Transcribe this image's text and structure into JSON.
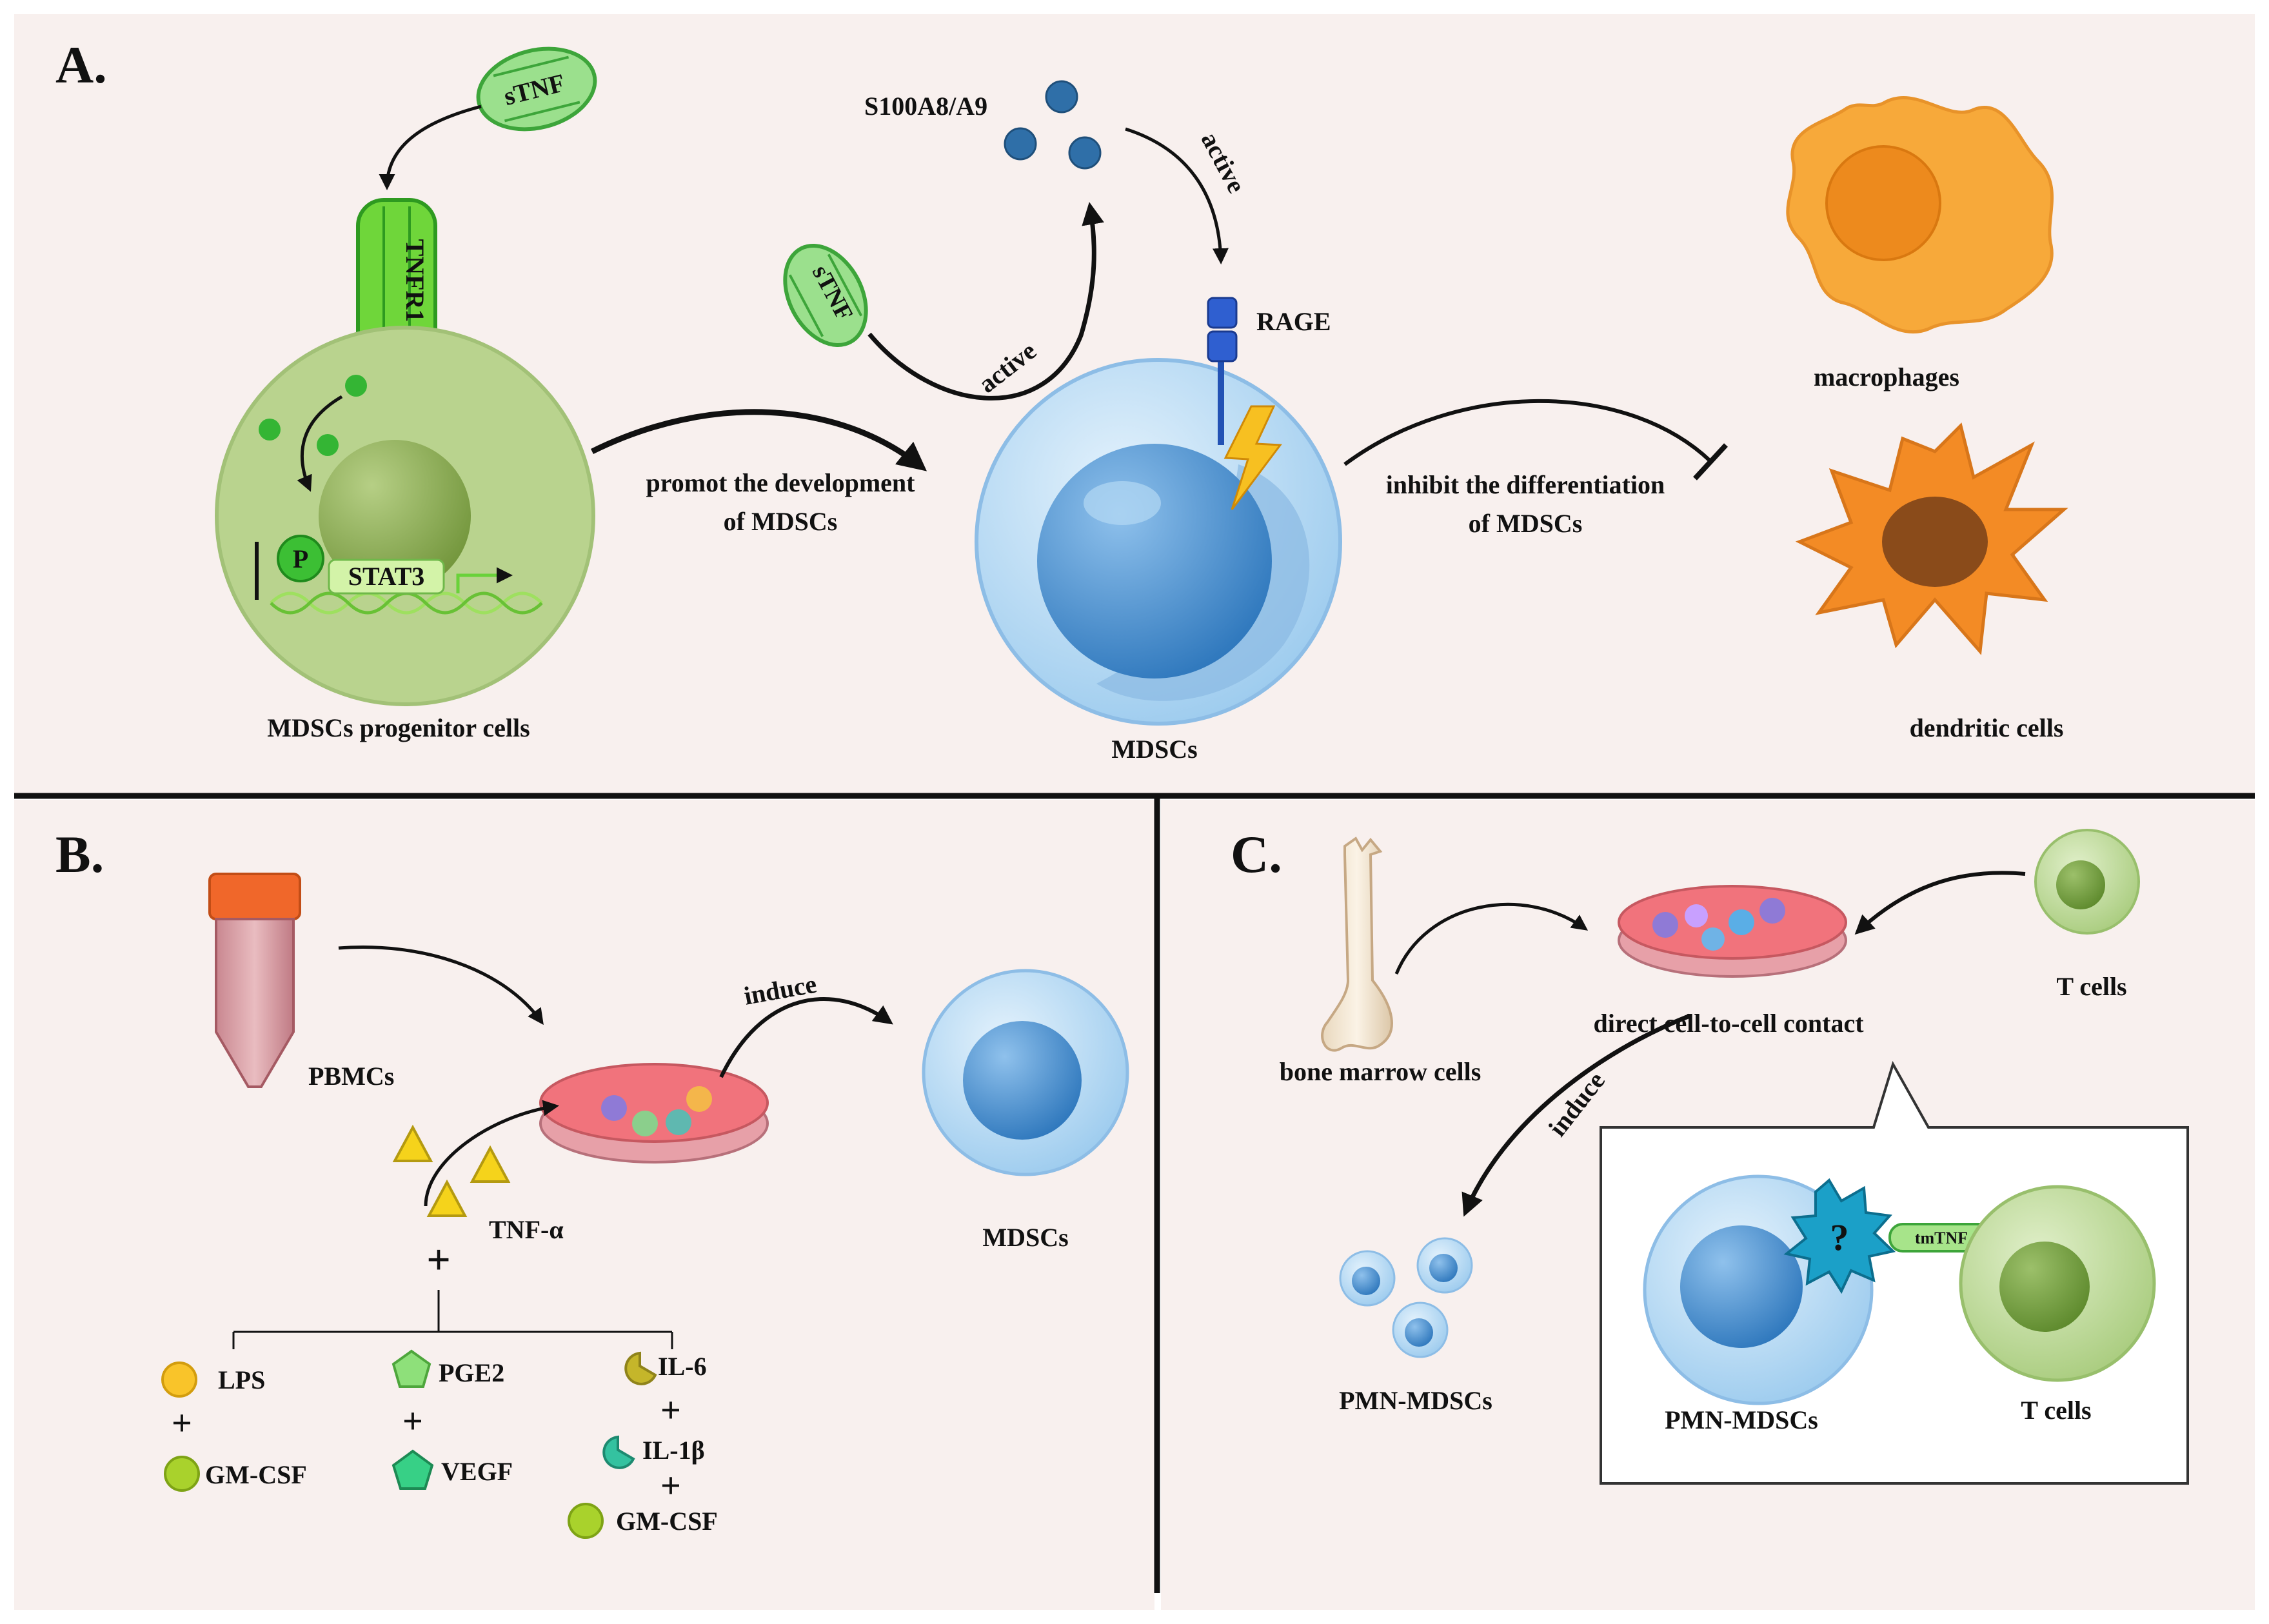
{
  "colors": {
    "panel_bg": "#f8f0ee",
    "divider": "#111111",
    "green_cell": "#b9d38e",
    "green_nucleus": "#8fb255",
    "blue_cell": "#bcdcf3",
    "blue_nucleus": "#4c90cf",
    "macrophage": "#f7a93a",
    "dendritic": "#f38b25",
    "tnf_green": "#5ccf52",
    "yellow": "#f5d31b"
  },
  "panels": {
    "a": {
      "label": "A.",
      "stnf_top": "sTNF",
      "tnfr1": "TNFR1",
      "phospho": "P",
      "stat3": "STAT3",
      "progenitor": "MDSCs progenitor cells",
      "arrow_text_1": "promot the development",
      "arrow_text_2": "of MDSCs",
      "stnf_mid": "sTNF",
      "active_left": "active",
      "s100": "S100A8/A9",
      "active_right": "active",
      "rage": "RAGE",
      "mdsc": "MDSCs",
      "inhibit_1": "inhibit the differentiation",
      "inhibit_2": "of MDSCs",
      "macrophages": "macrophages",
      "dendritic": "dendritic cells"
    },
    "b": {
      "label": "B.",
      "pbmcs": "PBMCs",
      "induce": "induce",
      "tnf_alpha": "TNF-α",
      "plus_main": "+",
      "mdscs": "MDSCs",
      "lps": "LPS",
      "plus1": "+",
      "gmcsf1": "GM-CSF",
      "pge2": "PGE2",
      "plus2": "+",
      "vegf": "VEGF",
      "il6": "IL-6",
      "plus3": "+",
      "il1b": "IL-1β",
      "plus4": "+",
      "gmcsf3": "GM-CSF"
    },
    "c": {
      "label": "C.",
      "bone": "bone marrow cells",
      "contact": "direct cell-to-cell contact",
      "tcells": "T cells",
      "induce": "induce",
      "pmn_small": "PMN-MDSCs",
      "question": "?",
      "tmtnf": "tmTNF",
      "pmn_inset": "PMN-MDSCs",
      "tcells_inset": "T cells"
    }
  }
}
